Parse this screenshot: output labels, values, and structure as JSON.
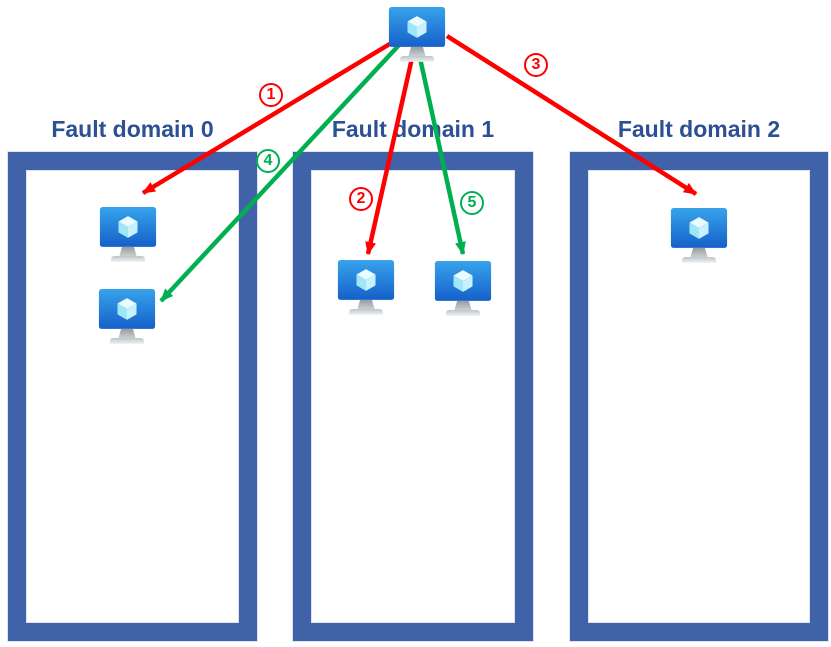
{
  "diagram": {
    "domains": [
      {
        "label": "Fault domain 0",
        "vm_count": 2
      },
      {
        "label": "Fault domain 1",
        "vm_count": 2
      },
      {
        "label": "Fault domain 2",
        "vm_count": 1
      }
    ],
    "arrows": [
      {
        "num": "1",
        "color": "#FF0000",
        "from": "source-vm",
        "to": "fault-domain-0-vm-1"
      },
      {
        "num": "2",
        "color": "#FF0000",
        "from": "source-vm",
        "to": "fault-domain-1-vm-1"
      },
      {
        "num": "3",
        "color": "#FF0000",
        "from": "source-vm",
        "to": "fault-domain-2-vm-1"
      },
      {
        "num": "4",
        "color": "#00B050",
        "from": "source-vm",
        "to": "fault-domain-0-vm-2"
      },
      {
        "num": "5",
        "color": "#00B050",
        "from": "source-vm",
        "to": "fault-domain-1-vm-2"
      }
    ],
    "icons": {
      "vm": "azure-virtual-machine-icon"
    },
    "colors": {
      "box_border": "#4062A8",
      "title_text": "#2D4F93",
      "red_arrow": "#FF0000",
      "green_arrow": "#00B050"
    }
  }
}
